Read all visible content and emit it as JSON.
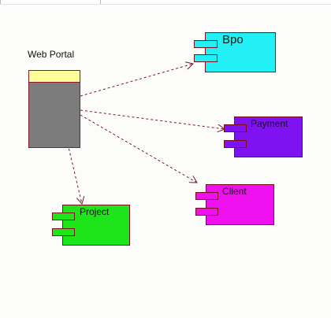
{
  "diagram": {
    "nodes": [
      {
        "id": "web_portal",
        "label": "Web Portal",
        "type": "node",
        "body_color": "#7c7c7c",
        "header_color": "#ffff99"
      },
      {
        "id": "bpo",
        "label": "Bpo",
        "type": "component",
        "color": "#22f0f4"
      },
      {
        "id": "payment",
        "label": "Payment",
        "type": "component",
        "color": "#7f12f0"
      },
      {
        "id": "client",
        "label": "Client",
        "type": "component",
        "color": "#ee10ee"
      },
      {
        "id": "project",
        "label": "Project",
        "type": "component",
        "color": "#1ee41a"
      }
    ],
    "edges": [
      {
        "from": "web_portal",
        "to": "bpo",
        "style": "dashed",
        "arrow": "open"
      },
      {
        "from": "web_portal",
        "to": "payment",
        "style": "dashed",
        "arrow": "open"
      },
      {
        "from": "web_portal",
        "to": "client",
        "style": "dashed",
        "arrow": "open"
      },
      {
        "from": "web_portal",
        "to": "project",
        "style": "dashed",
        "arrow": "open"
      }
    ],
    "edge_color": "#7a1a2a",
    "border_color": "#7a0f1a"
  }
}
